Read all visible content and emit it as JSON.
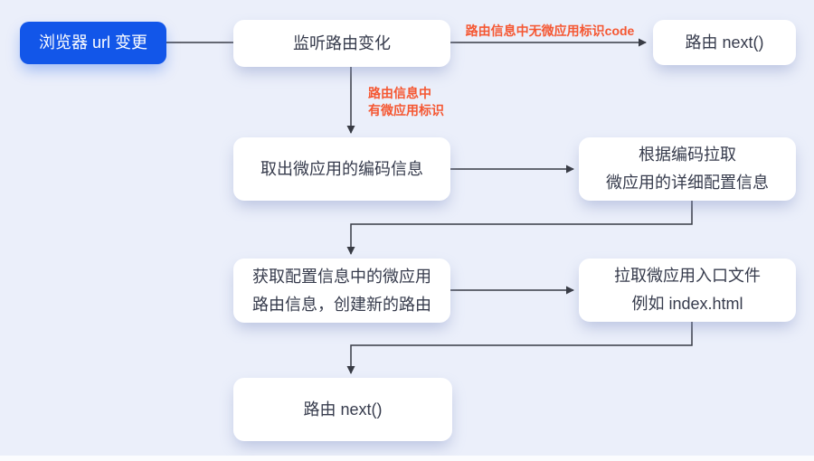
{
  "diagram": {
    "nodes": {
      "browser_url_change": {
        "label": "浏览器 url 变更"
      },
      "listen_route_change": {
        "label": "监听路由变化"
      },
      "route_next_top": {
        "label": "路由 next()"
      },
      "extract_app_code": {
        "label": "取出微应用的编码信息"
      },
      "fetch_app_config": {
        "label": "根据编码拉取\n微应用的详细配置信息"
      },
      "create_new_route": {
        "label": "获取配置信息中的微应用\n路由信息，创建新的路由"
      },
      "fetch_entry_file": {
        "label": "拉取微应用入口文件\n例如 index.html"
      },
      "route_next_bottom": {
        "label": "路由 next()"
      }
    },
    "edge_labels": {
      "no_app_code": "路由信息中无微应用标识code",
      "has_app_code": "路由信息中\n有微应用标识"
    },
    "colors": {
      "background": "#ebeffa",
      "node_background": "#ffffff",
      "node_text": "#363b4c",
      "start_node_blue": "#1256e9",
      "edge_label_red": "#f55732",
      "connector_dark": "#383b44"
    }
  }
}
